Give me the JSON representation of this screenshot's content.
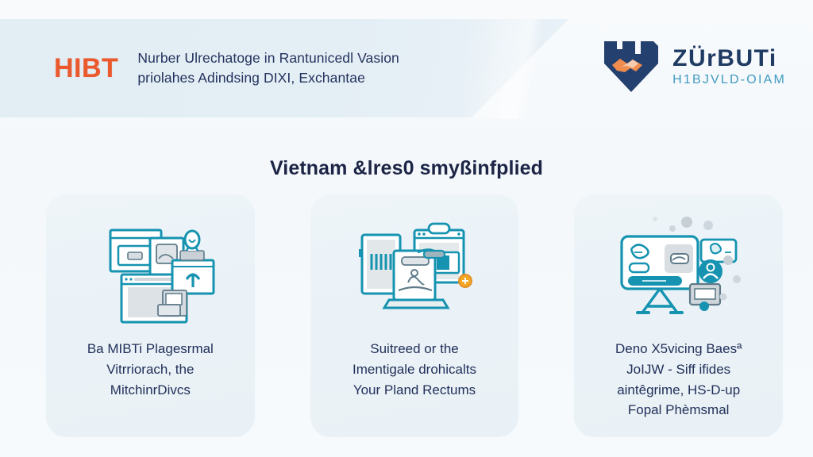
{
  "header": {
    "brand_mark": "HIBT",
    "title_lines": [
      "Nurber Ulrechatoge in Rantunicedl Vasion",
      "priolahes Adindsing DIXI, Exchantae"
    ]
  },
  "logo": {
    "icon": "handshake-logo-icon",
    "name": "ZÜrBUTi",
    "tagline": "H1BJVLD-OIAM",
    "navy": "#1f3a63",
    "orange": "#ef8f4f",
    "teal": "#3f9bbf"
  },
  "section": {
    "title": "Vietnam &lres0 smyßinfplied"
  },
  "cards": [
    {
      "illustration": "browser-windows-upload-icon",
      "text_lines": [
        "Ba MIBTi Plagesrmal",
        "Vitrriorach, the",
        "MitchinrDivcs"
      ]
    },
    {
      "illustration": "devices-laptop-monitor-icon",
      "text_lines": [
        "Suitreed or the",
        "Imentigale drohicalts",
        "Your Pland Rectums"
      ]
    },
    {
      "illustration": "presentation-screen-network-icon",
      "text_lines": [
        "Deno X5vicing Baesª",
        "JoIJW - Siff ifides",
        "aintêgrime, HS-D-up",
        "Fopal Phèmsmal"
      ]
    }
  ],
  "colors": {
    "page_bg": "#f7fafc",
    "header_band": "#e4eef5",
    "card_bg": "#eaf2f7",
    "accent_orange": "#ea5a2d",
    "text_navy": "#22305a",
    "illus_teal": "#1593b0"
  }
}
